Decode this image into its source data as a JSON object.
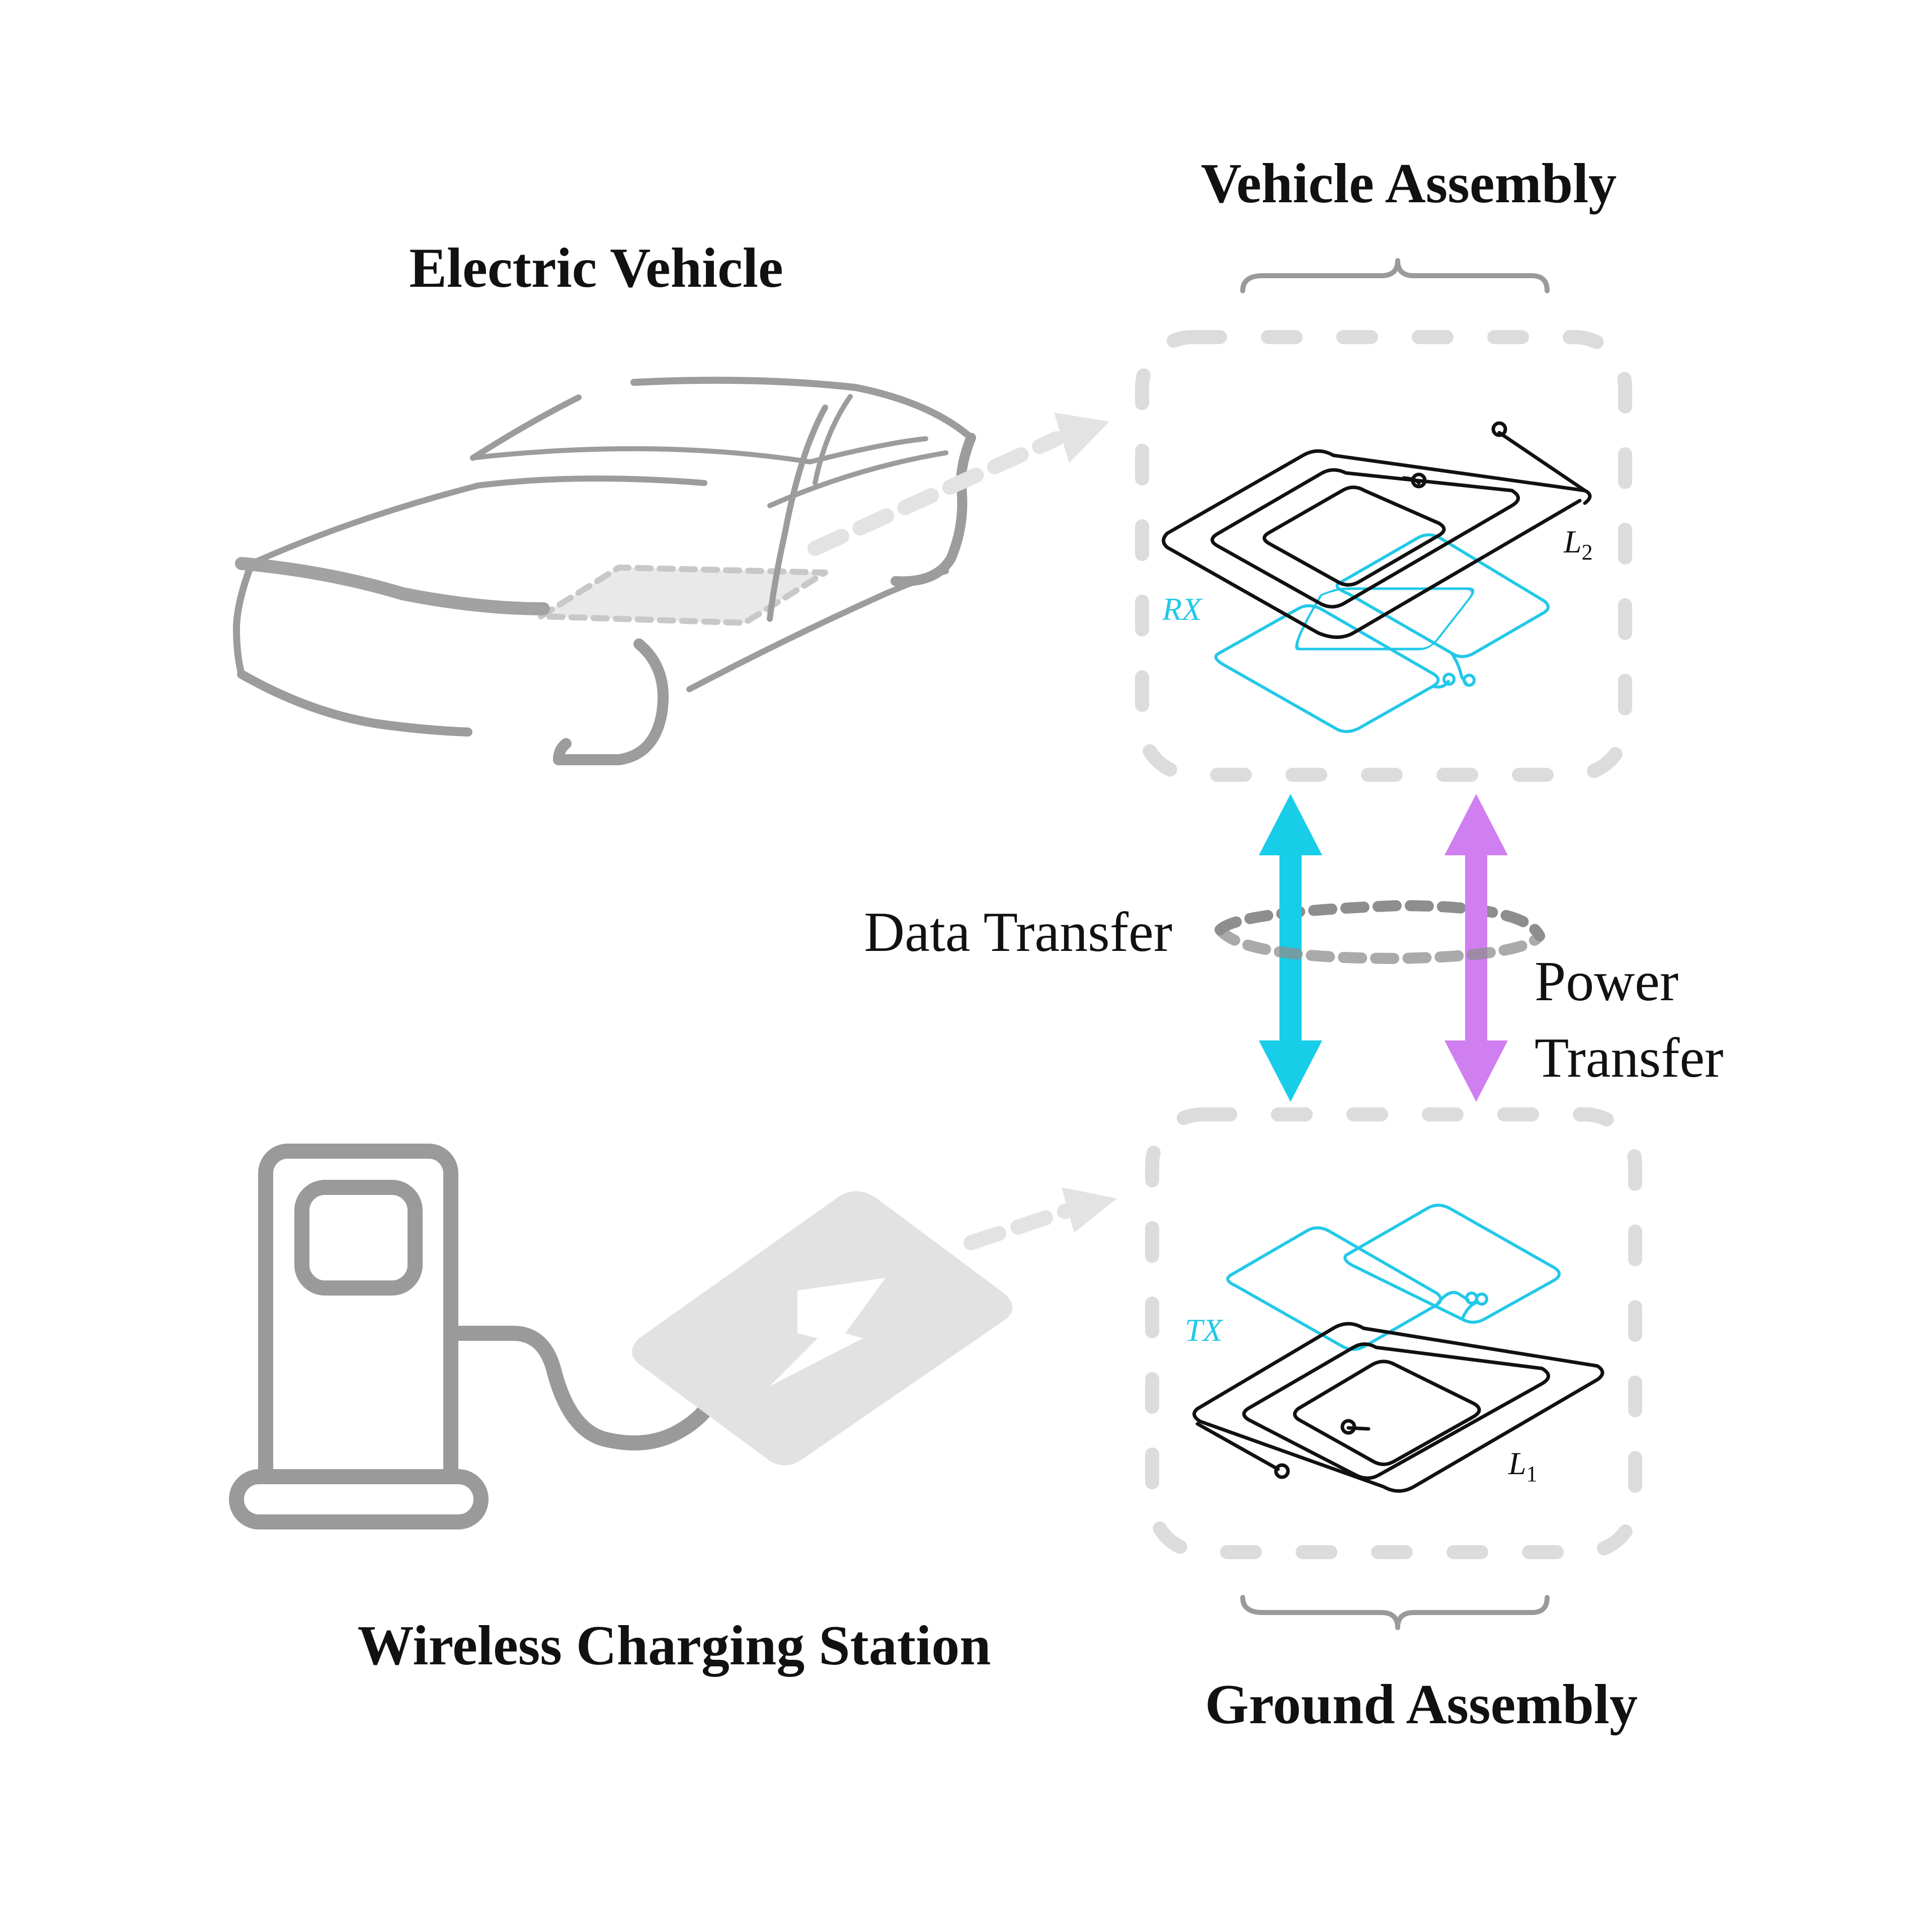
{
  "labels": {
    "vehicle_assembly": "Vehicle Assembly",
    "electric_vehicle": "Electric Vehicle",
    "data_transfer": "Data Transfer",
    "power_line1": "Power",
    "power_line2": "Transfer",
    "wireless_charging_station": "Wireless Charging Station",
    "ground_assembly": "Ground Assembly",
    "rx": "RX",
    "tx": "TX",
    "l2_base": "L",
    "l2_sub": "2",
    "l1_base": "L",
    "l1_sub": "1"
  },
  "colors": {
    "data_arrow": "#17cde8",
    "power_arrow": "#d07ff0",
    "rx_tx_coil": "#22c8e8",
    "power_coil": "#111111",
    "sketch_gray": "#9a9a9a",
    "dash_gray": "#d6d6d6",
    "pad_gray": "#e2e2e2"
  },
  "icons": [
    "car-sketch",
    "charging-pump-icon",
    "charging-pad-icon",
    "lightning-bolt-icon"
  ]
}
